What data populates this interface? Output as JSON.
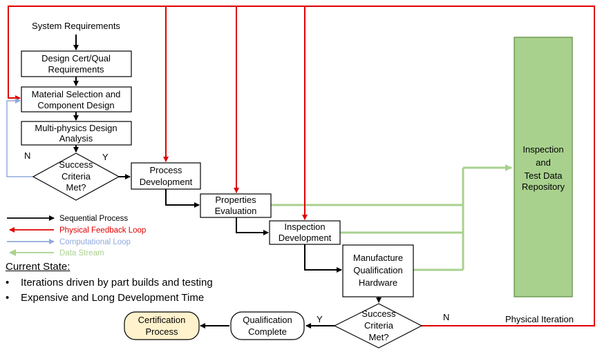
{
  "nodes": {
    "system_requirements": "System Requirements",
    "design_cert": [
      "Design Cert/Qual",
      "Requirements"
    ],
    "material_selection": [
      "Material Selection and",
      "Component Design"
    ],
    "multiphysics": [
      "Multi-physics Design",
      "Analysis"
    ],
    "success_decision_1": [
      "Success",
      "Criteria",
      "Met?"
    ],
    "process_development": [
      "Process",
      "Development"
    ],
    "properties_evaluation": [
      "Properties",
      "Evaluation"
    ],
    "inspection_development": [
      "Inspection",
      "Development"
    ],
    "manufacture": [
      "Manufacture",
      "Qualification",
      "Hardware"
    ],
    "success_decision_2": [
      "Success",
      "Criteria",
      "Met?"
    ],
    "qualification_complete": [
      "Qualification",
      "Complete"
    ],
    "certification_process": [
      "Certification",
      "Process"
    ],
    "repository": [
      "Inspection",
      "and",
      "Test Data",
      "Repository"
    ]
  },
  "edge_labels": {
    "n1": "N",
    "y1": "Y",
    "y2": "Y",
    "n2": "N",
    "physical_iteration": "Physical Iteration"
  },
  "legend": [
    {
      "label": "Sequential Process",
      "color": "#000000"
    },
    {
      "label": "Physical Feedback Loop",
      "color": "#e00000"
    },
    {
      "label": "Computational Loop",
      "color": "#8faadc"
    },
    {
      "label": "Data Stream",
      "color": "#a9d18e"
    }
  ],
  "current_state": {
    "title": "Current State:",
    "bullets": [
      "Iterations driven by part builds and testing",
      "Expensive and Long Development Time"
    ]
  },
  "colors": {
    "sequential": "#000000",
    "feedback": "#e00000",
    "computational": "#8faadc",
    "data_stream": "#a9d18e",
    "repository_fill": "#a9d18e",
    "repository_stroke": "#5b8a3c",
    "certification_fill": "#fff2cc"
  }
}
